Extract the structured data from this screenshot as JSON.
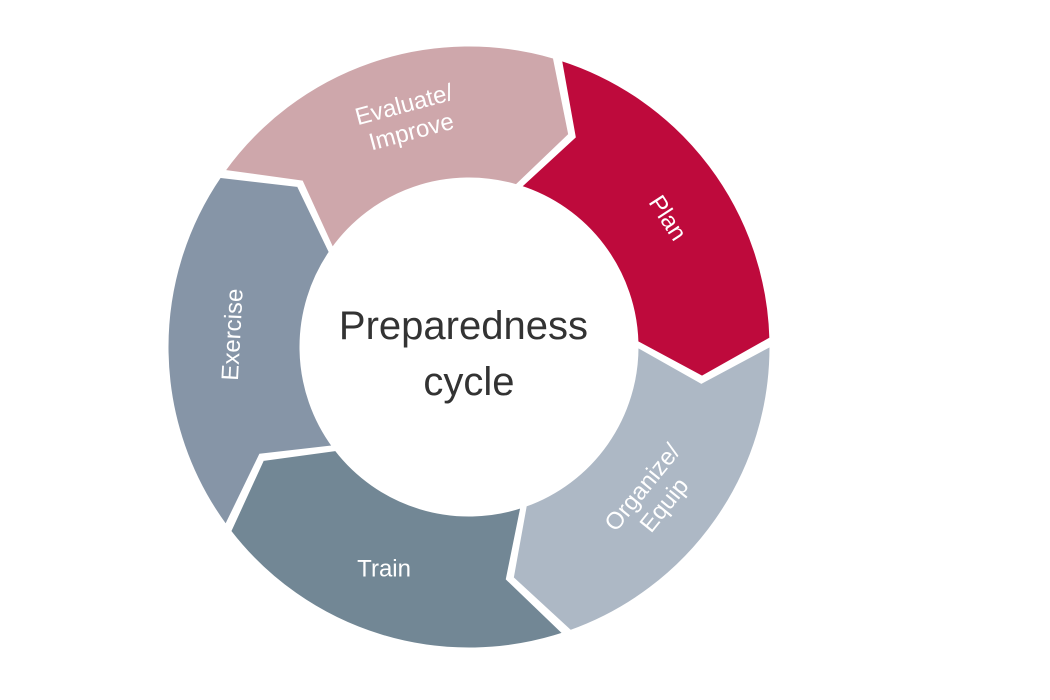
{
  "diagram": {
    "center": {
      "lines": [
        "Preparedness",
        "cycle"
      ],
      "text_color": "#333333"
    },
    "segments": [
      {
        "id": "plan",
        "lines": [
          "Plan"
        ],
        "color": "#be0a3c"
      },
      {
        "id": "organize-equip",
        "lines": [
          "Organize/",
          "Equip"
        ],
        "color": "#adb8c5"
      },
      {
        "id": "train",
        "lines": [
          "Train"
        ],
        "color": "#728795"
      },
      {
        "id": "exercise",
        "lines": [
          "Exercise"
        ],
        "color": "#8695a7"
      },
      {
        "id": "evaluate-improve",
        "lines": [
          "Evaluate/",
          "Improve"
        ],
        "color": "#cea7ab"
      }
    ]
  }
}
